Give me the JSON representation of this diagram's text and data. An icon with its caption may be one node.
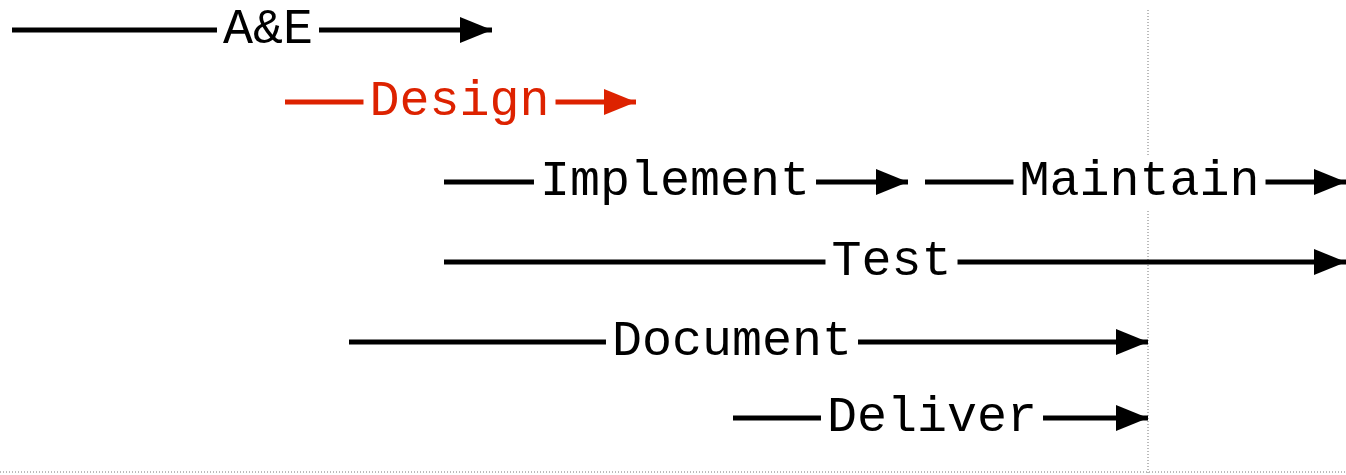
{
  "diagram": {
    "nodes": [
      {
        "text": [
          "A&E"
        ]
      },
      {
        "text": [
          "Design"
        ]
      },
      {
        "text": [
          "Implement"
        ]
      },
      {
        "text": [
          "Maintain"
        ]
      },
      {
        "text": [
          "Test"
        ]
      },
      {
        "text": [
          "Document"
        ]
      },
      {
        "text": [
          "Deliver"
        ]
      }
    ],
    "edges": [
      {
        "from": null,
        "to": 0,
        "arrow": "none"
      },
      {
        "from": 0,
        "to": null,
        "arrow": "to"
      },
      {
        "from": null,
        "to": 1,
        "arrow": "none",
        "color": "#dd2200"
      },
      {
        "from": 1,
        "to": null,
        "arrow": "to",
        "color": "#dd2200"
      },
      {
        "from": null,
        "to": 2,
        "arrow": "none"
      },
      {
        "from": 2,
        "to": null,
        "arrow": "to"
      },
      {
        "from": null,
        "to": 3,
        "arrow": "none"
      },
      {
        "from": 3,
        "to": null,
        "arrow": "to"
      },
      {
        "from": null,
        "to": 4,
        "arrow": "none"
      },
      {
        "from": 4,
        "to": null,
        "arrow": "to"
      },
      {
        "from": null,
        "to": 5,
        "arrow": "none"
      },
      {
        "from": 5,
        "to": null,
        "arrow": "to"
      },
      {
        "from": null,
        "to": 6,
        "arrow": "none"
      },
      {
        "from": 6,
        "to": null,
        "arrow": "to"
      }
    ]
  }
}
